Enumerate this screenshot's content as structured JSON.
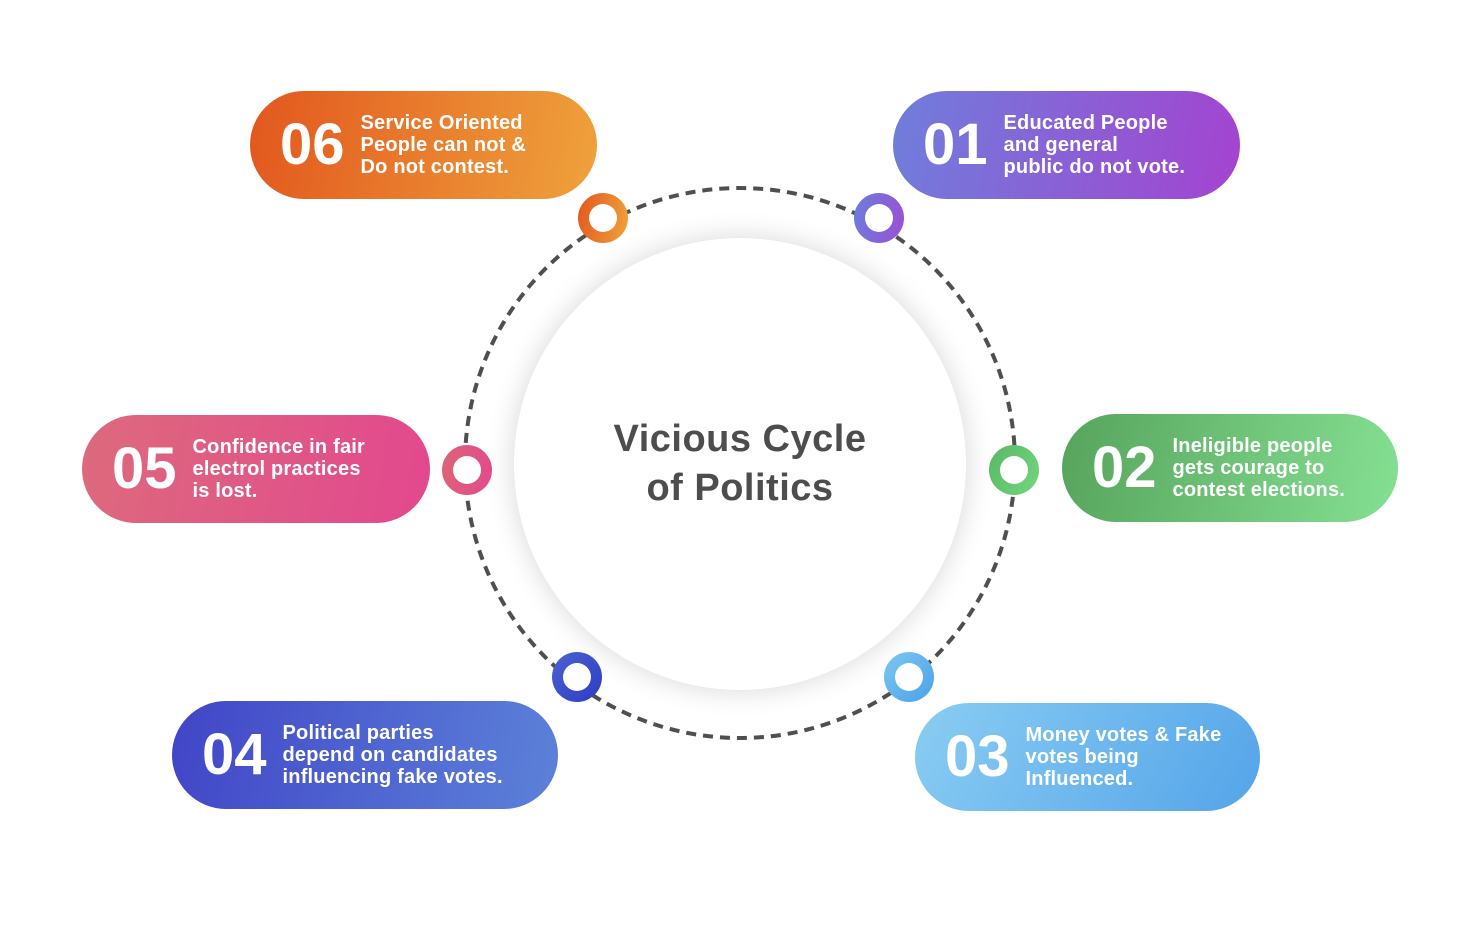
{
  "center": {
    "title": "Vicious Cycle\nof Politics",
    "title_color": "#4d4d4d"
  },
  "ring": {
    "dash_color": "#4f4f4f"
  },
  "steps": [
    {
      "number": "01",
      "text": "Educated People\nand general\npublic do not vote.",
      "color_start": "#6f7edb",
      "color_end": "#a443d0"
    },
    {
      "number": "02",
      "text": "Ineligible people\ngets courage to\ncontest elections.",
      "color_start": "#57a45d",
      "color_end": "#85e092"
    },
    {
      "number": "03",
      "text": "Money votes & Fake\nvotes being\nInfluenced.",
      "color_start": "#8acdf3",
      "color_end": "#54a4e9"
    },
    {
      "number": "04",
      "text": "Political parties\ndepend on candidates\ninfluencing fake votes.",
      "color_start": "#4145c7",
      "color_end": "#5c82d9"
    },
    {
      "number": "05",
      "text": "Confidence in fair\nelectrol practices\nis lost.",
      "color_start": "#dd6a7c",
      "color_end": "#e2488e"
    },
    {
      "number": "06",
      "text": "Service Oriented\nPeople can not &\nDo not contest.",
      "color_start": "#e2571e",
      "color_end": "#efa23c"
    }
  ]
}
